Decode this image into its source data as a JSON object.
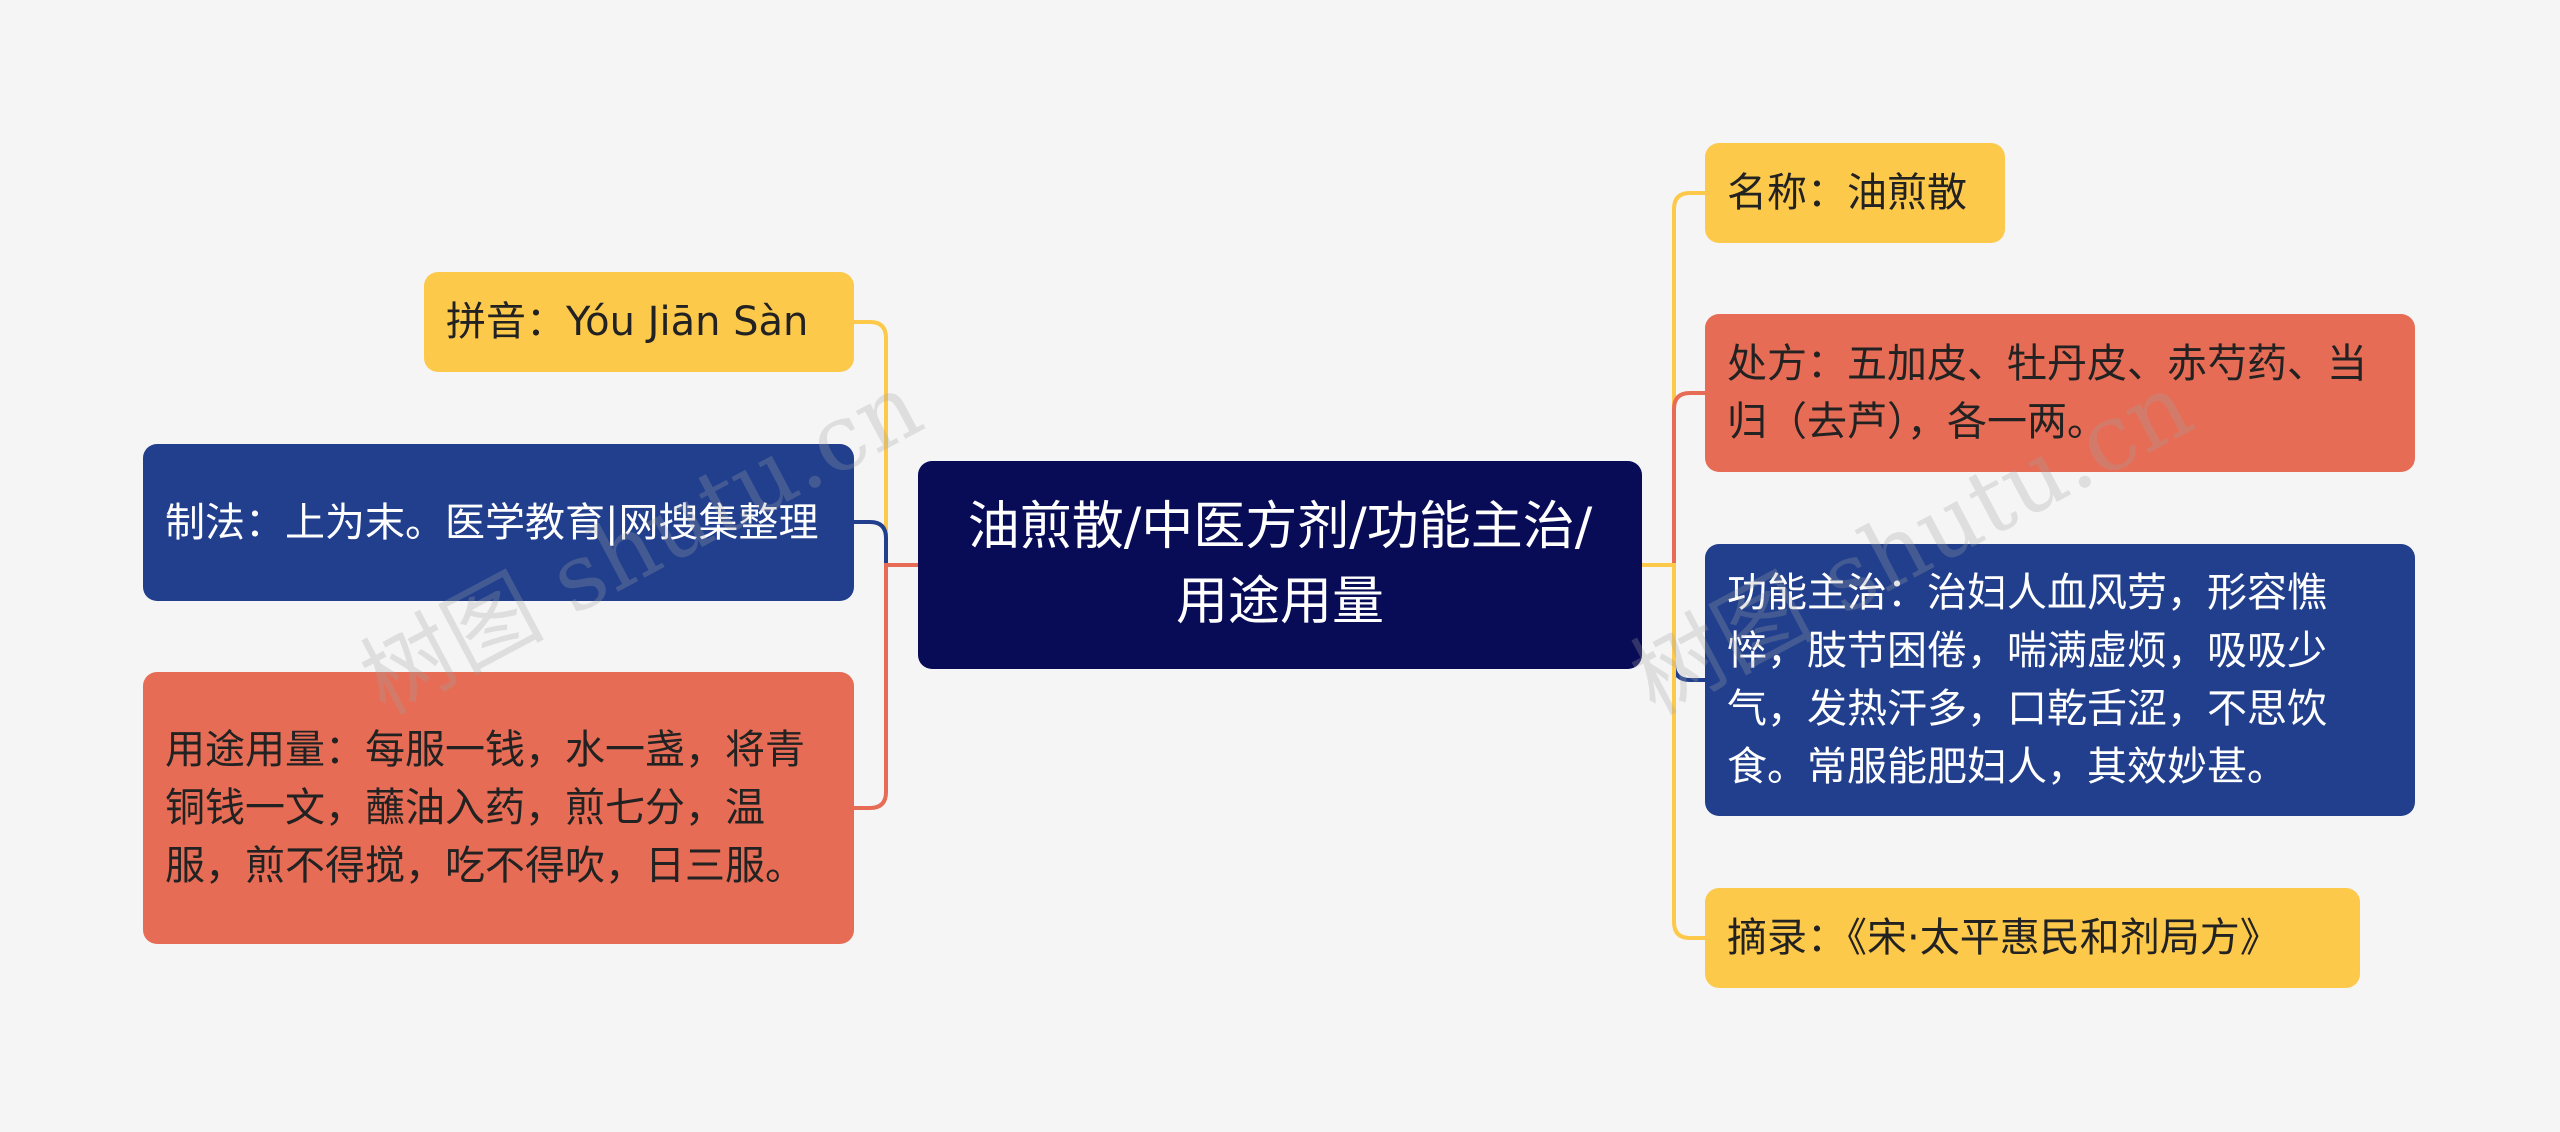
{
  "root": {
    "label": "油煎散/中医方剂/功能主治/用途用量"
  },
  "left_branches": [
    {
      "id": "pinyin",
      "label": "拼音：Yóu Jiān Sàn",
      "color": "#fdc94b",
      "line_color": "#fdc94b"
    },
    {
      "id": "method",
      "label": "制法：上为末。医学教育|网搜集整理",
      "color": "#213f8d",
      "line_color": "#213f8d"
    },
    {
      "id": "usage",
      "label": "用途用量：每服一钱，水一盏，将青铜钱一文，蘸油入药，煎七分，温服，煎不得搅，吃不得吹，日三服。",
      "color": "#e76c55",
      "line_color": "#e76c55"
    }
  ],
  "right_branches": [
    {
      "id": "name",
      "label": "名称：油煎散",
      "color": "#fdc94b",
      "line_color": "#fdc94b"
    },
    {
      "id": "formula",
      "label": "处方：五加皮、牡丹皮、赤芍药、当归（去芦），各一两。",
      "color": "#e76c55",
      "line_color": "#e76c55"
    },
    {
      "id": "indication",
      "label": "功能主治：治妇人血风劳，形容憔悴，肢节困倦，喘满虚烦，吸吸少气，发热汗多，口乾舌涩，不思饮食。常服能肥妇人，其效妙甚。",
      "color": "#213f8d",
      "line_color": "#213f8d"
    },
    {
      "id": "source",
      "label": "摘录：《宋·太平惠民和剂局方》",
      "color": "#fdc94b",
      "line_color": "#fdc94b"
    }
  ],
  "watermarks": [
    "树图 shutu.cn",
    "树图 shutu.cn"
  ],
  "colors": {
    "background": "#f5f5f5",
    "root": "#080b55",
    "yellow": "#fdc94b",
    "red": "#e76c55",
    "blue": "#213f8d"
  }
}
